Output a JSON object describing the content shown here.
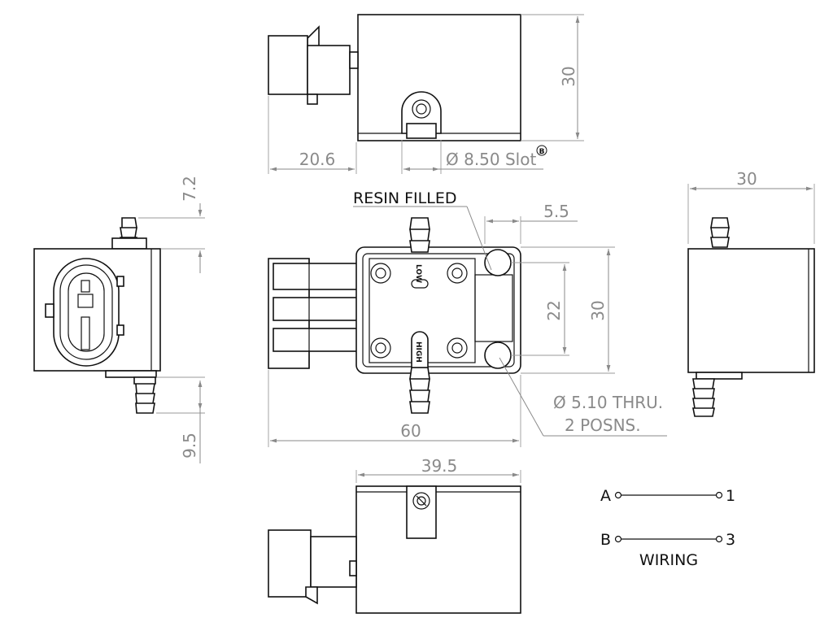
{
  "annotations": {
    "resin_filled": "RESIN FILLED",
    "slot_dia": "Ø 8.50 Slot",
    "slot_mark": "B",
    "thru_hole": "Ø 5.10 THRU.",
    "positions": "2 POSNS.",
    "low_port": "LOW",
    "high_port": "HIGH"
  },
  "dimensions": {
    "top_height": "30",
    "top_connector": "20.6",
    "left_top": "7.2",
    "left_bottom": "9.5",
    "center_offset": "5.5",
    "center_height": "30",
    "center_hole_pitch": "22",
    "center_length": "60",
    "right_width": "30",
    "bottom_width": "39.5"
  },
  "wiring": {
    "title": "WIRING",
    "pin_a": "A",
    "pin_a_to": "1",
    "pin_b": "B",
    "pin_b_to": "3"
  },
  "colors": {
    "outline": "#111111",
    "dimension": "#8a8a8a",
    "background": "#ffffff"
  }
}
